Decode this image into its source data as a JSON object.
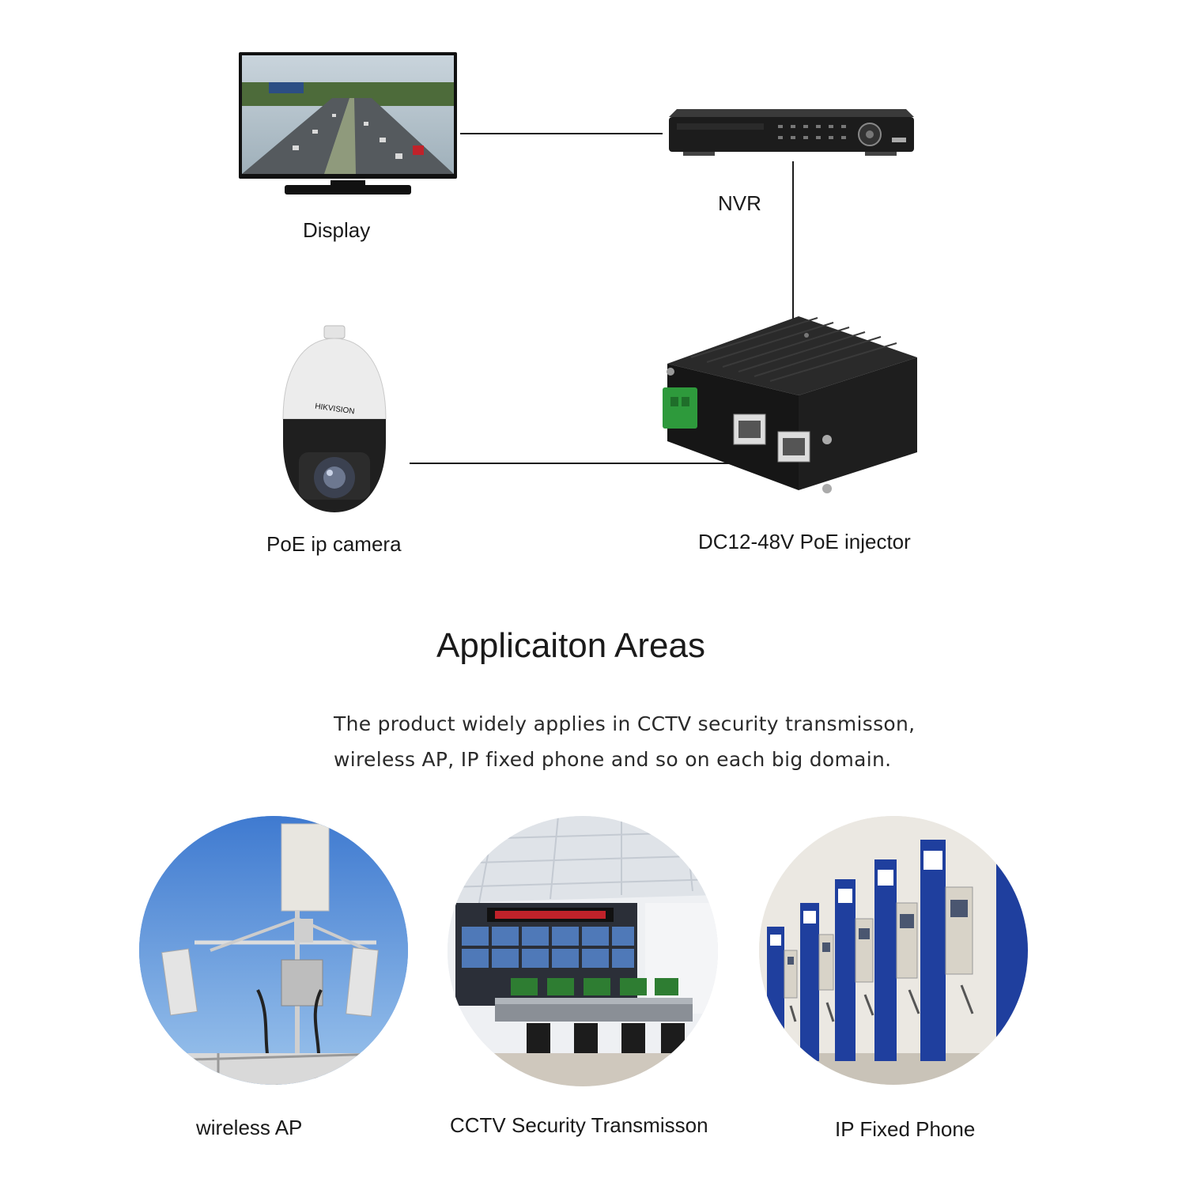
{
  "diagram": {
    "display_label": "Display",
    "nvr_label": "NVR",
    "camera_label": "PoE ip camera",
    "injector_label": "DC12-48V PoE injector",
    "camera_brand": "HIKVISION"
  },
  "section": {
    "title": "Applicaiton Areas",
    "description_line1": "The product widely applies in CCTV security transmisson,",
    "description_line2": "wireless AP, IP fixed phone and so on each big domain."
  },
  "areas": [
    {
      "label": "wireless AP"
    },
    {
      "label": "CCTV Security Transmisson"
    },
    {
      "label": "IP Fixed Phone"
    }
  ],
  "colors": {
    "text": "#1a1a1a",
    "connector_green": "#2e9a3c",
    "device_black": "#1c1c1c",
    "phone_booth_blue": "#1f3f9e"
  }
}
